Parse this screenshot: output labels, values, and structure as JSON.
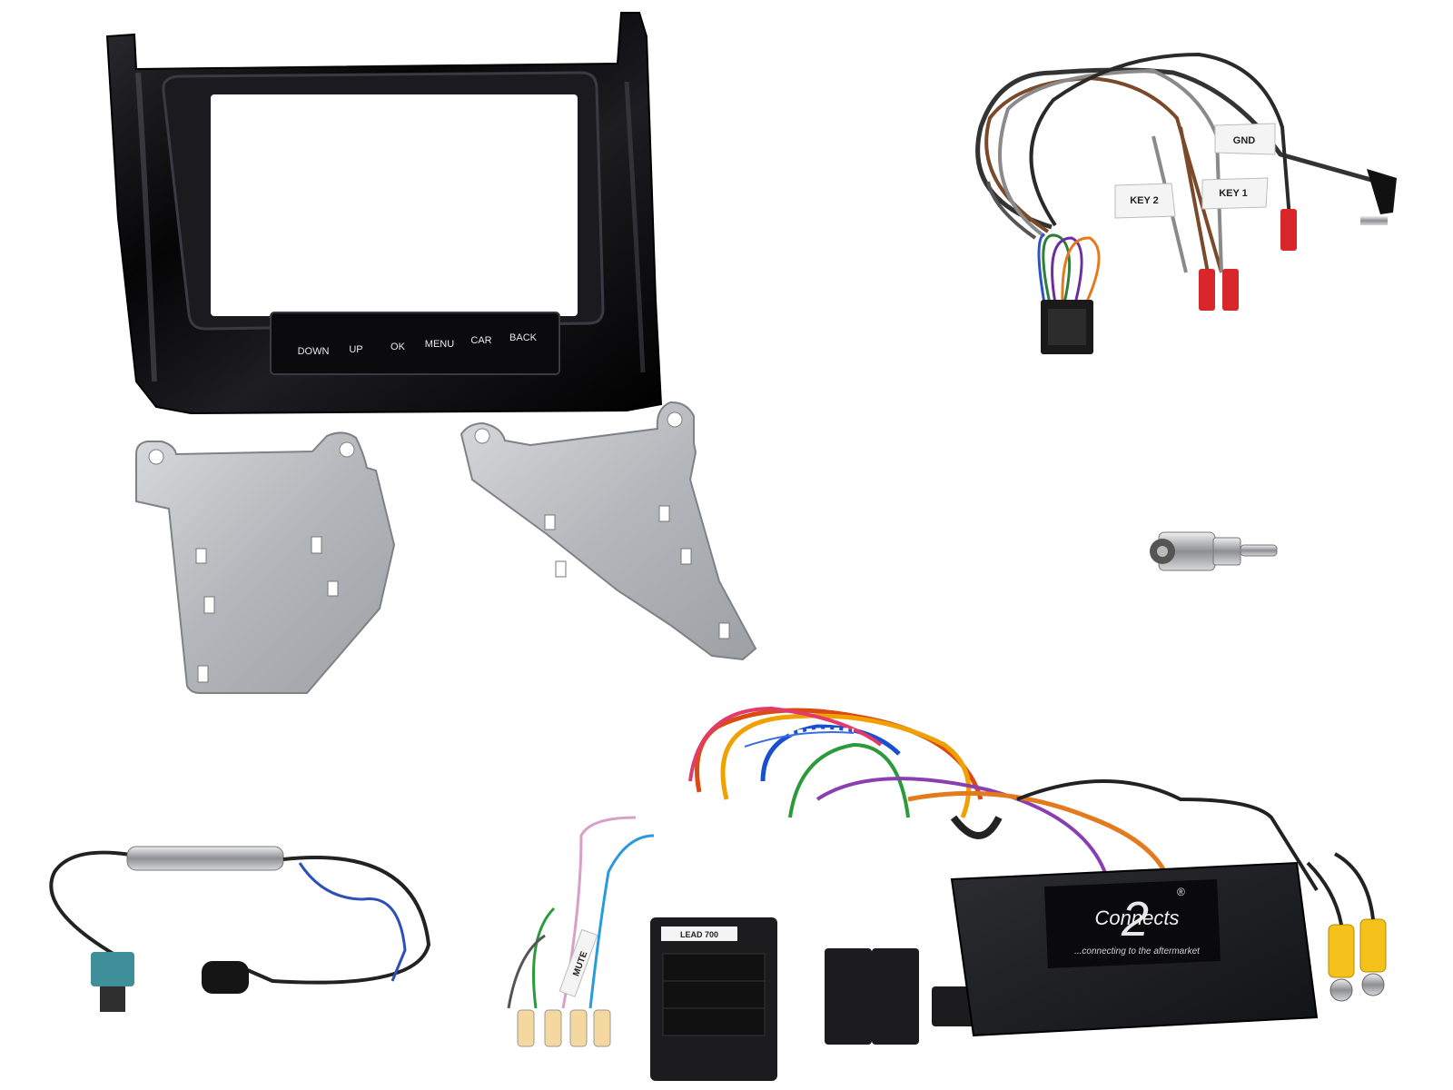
{
  "fascia": {
    "buttons": [
      "DOWN",
      "UP",
      "OK",
      "MENU",
      "CAR",
      "BACK"
    ]
  },
  "steering_harness": {
    "labels": {
      "gnd": "GND",
      "key2": "KEY 2",
      "key1": "KEY 1"
    }
  },
  "interface_box": {
    "brand": "Connects",
    "brand_number": "2",
    "registered_mark": "®",
    "tagline": "...connecting to the aftermarket"
  },
  "harness": {
    "lead_label": "LEAD 700",
    "mute_label": "MUTE"
  },
  "colors": {
    "fascia_black": "#0c0c0e",
    "bracket_silver": "#b9bcc0",
    "connector_red": "#d8262a",
    "rca_yellow": "#f4c21b",
    "fakra_teal": "#3f8f9a"
  },
  "icons": [
    "jack-35mm-icon",
    "antenna-adapter-icon",
    "rca-plug-icon",
    "iso-connector-icon"
  ]
}
